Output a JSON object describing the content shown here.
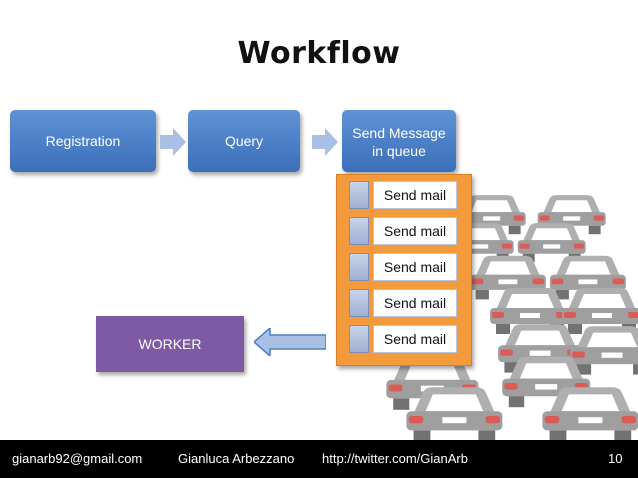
{
  "title": "Workflow",
  "stages": [
    {
      "label": "Registration"
    },
    {
      "label": "Query"
    },
    {
      "label": "Send Message in queue",
      "lines": [
        "Send Message",
        "in queue"
      ]
    }
  ],
  "queue": {
    "items": [
      "Send mail",
      "Send mail",
      "Send mail",
      "Send mail",
      "Send mail"
    ]
  },
  "worker": {
    "label": "WORKER"
  },
  "footer": {
    "email": "gianarb92@gmail.com",
    "author": "Gianluca Arbezzano",
    "twitter": "http://twitter.com/GianArb",
    "page": "10"
  },
  "colors": {
    "stage_blue": "#4a7fc8",
    "chevron_blue": "#a9c0e4",
    "queue_orange": "#f39a3d",
    "worker_purple": "#7e5aa5",
    "footer_black": "#000000"
  }
}
